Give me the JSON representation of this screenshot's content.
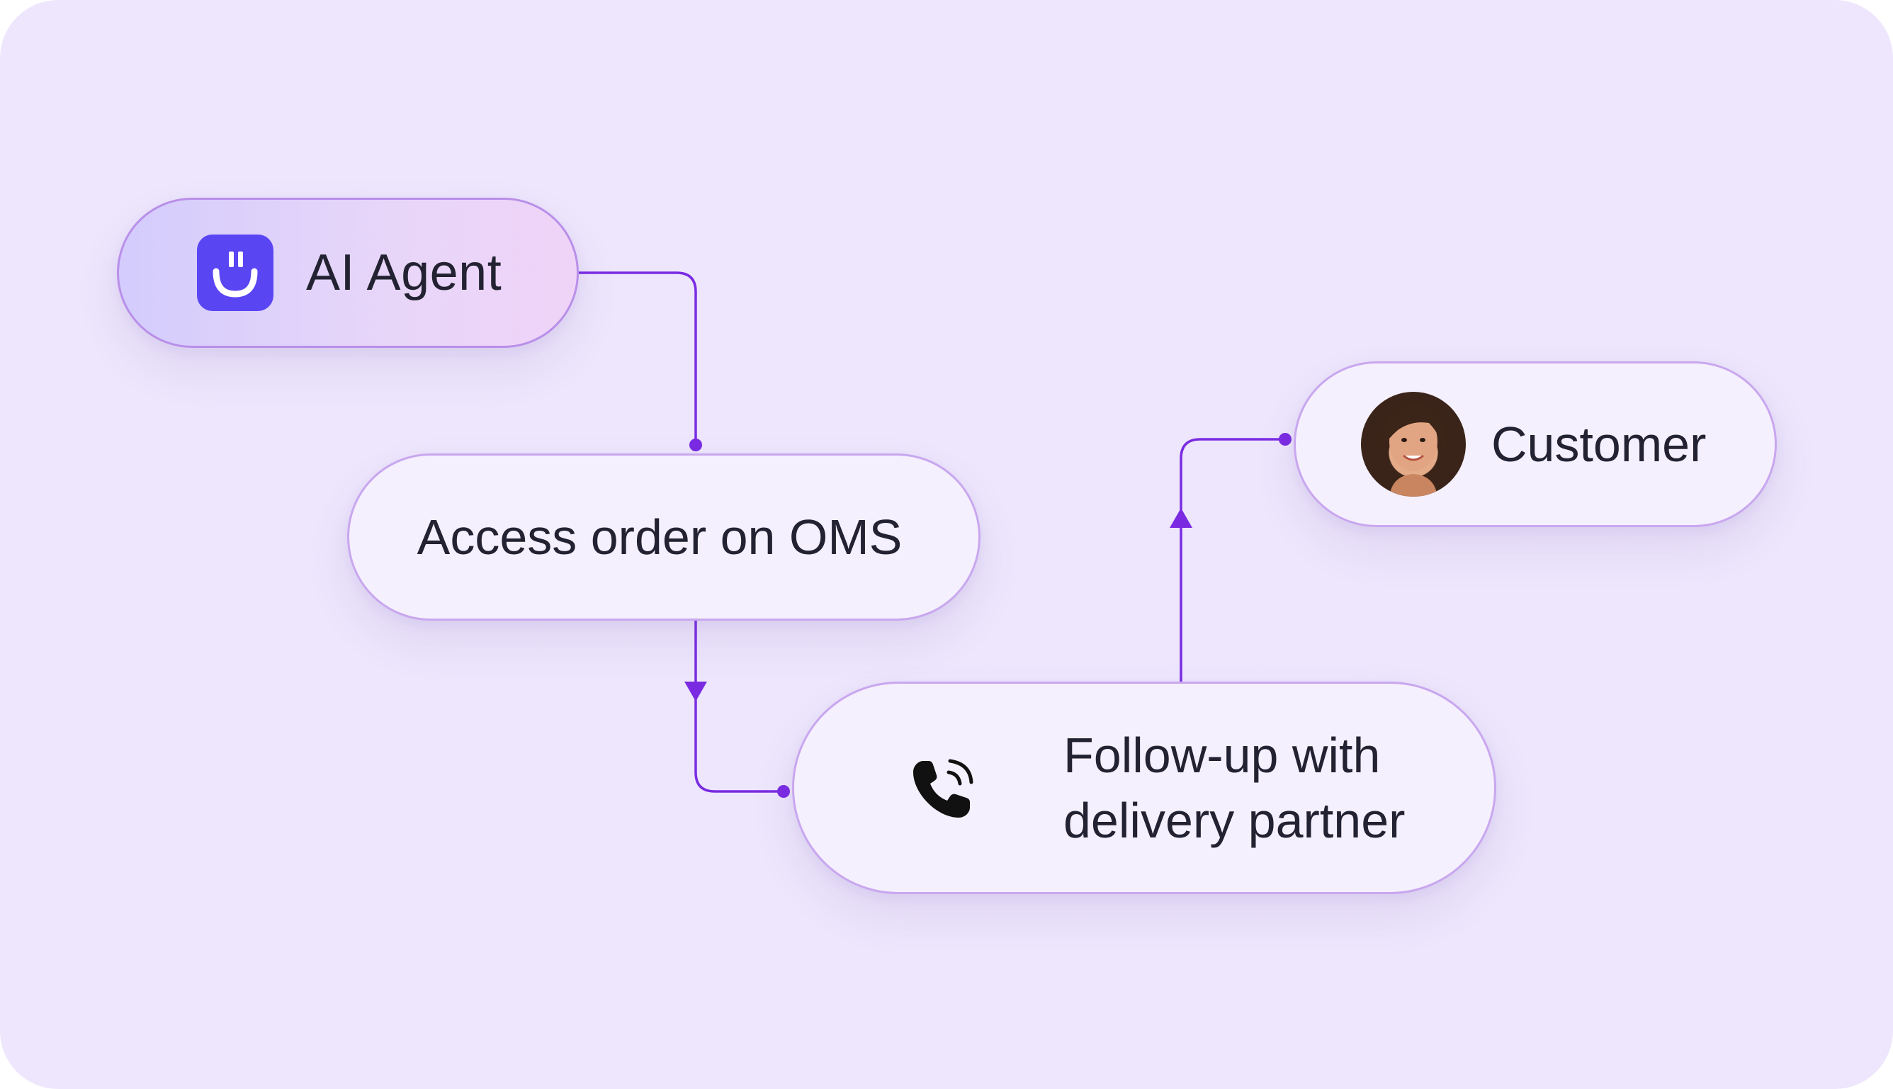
{
  "nodes": {
    "agent": {
      "label": "AI Agent",
      "icon": "smile-logo-icon"
    },
    "oms": {
      "label": "Access order on OMS"
    },
    "followup": {
      "line1": "Follow-up with",
      "line2": "delivery partner",
      "icon": "phone-call-icon"
    },
    "customer": {
      "label": "Customer",
      "icon": "customer-avatar"
    }
  },
  "colors": {
    "background": "#ede6fc",
    "connector": "#7a2be2",
    "node_border": "#c9a7ef",
    "logo": "#5a45f3",
    "text": "#232232"
  }
}
